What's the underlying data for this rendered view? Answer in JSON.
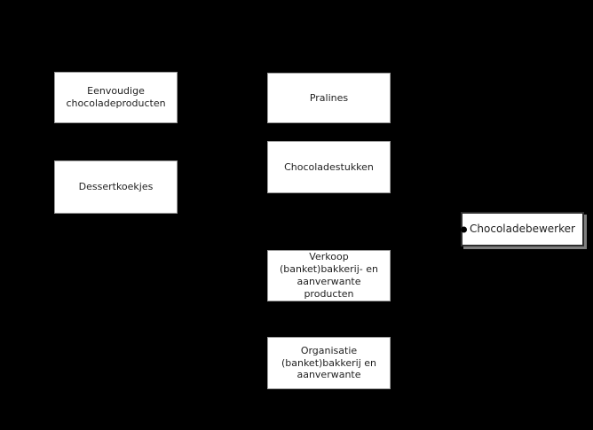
{
  "diagram": {
    "background": "#000000",
    "root": {
      "label": "Chocoladebewerker",
      "lines": [
        "Chocoladebewerker"
      ]
    },
    "branches": [
      {
        "label": "Pralines",
        "lines": [
          "Pralines"
        ]
      },
      {
        "label": "Chocoladestukken",
        "lines": [
          "Chocoladestukken"
        ]
      },
      {
        "label": "Verkoop (banket)bakkerij- en aanverwante producten",
        "lines": [
          "Verkoop",
          "(banket)bakkerij- en",
          "aanverwante",
          "producten"
        ]
      },
      {
        "label": "Organisatie (banket)bakkerij en aanverwante",
        "lines": [
          "Organisatie",
          "(banket)bakkerij en",
          "aanverwante"
        ]
      }
    ],
    "sub_branches": [
      {
        "label": "Eenvoudige chocoladeproducten",
        "lines": [
          "Eenvoudige",
          "chocoladeproducten"
        ]
      },
      {
        "label": "Dessertkoekjes",
        "lines": [
          "Dessertkoekjes"
        ]
      }
    ],
    "colors": {
      "background": "#000000",
      "node_fill": "#ffffff",
      "node_border": "#9c9c9c",
      "node_text": "#1f1f1f",
      "root_border": "#2e2e2e",
      "root_shadow": "#7f7f7f",
      "fold_dot": "#000000"
    }
  }
}
